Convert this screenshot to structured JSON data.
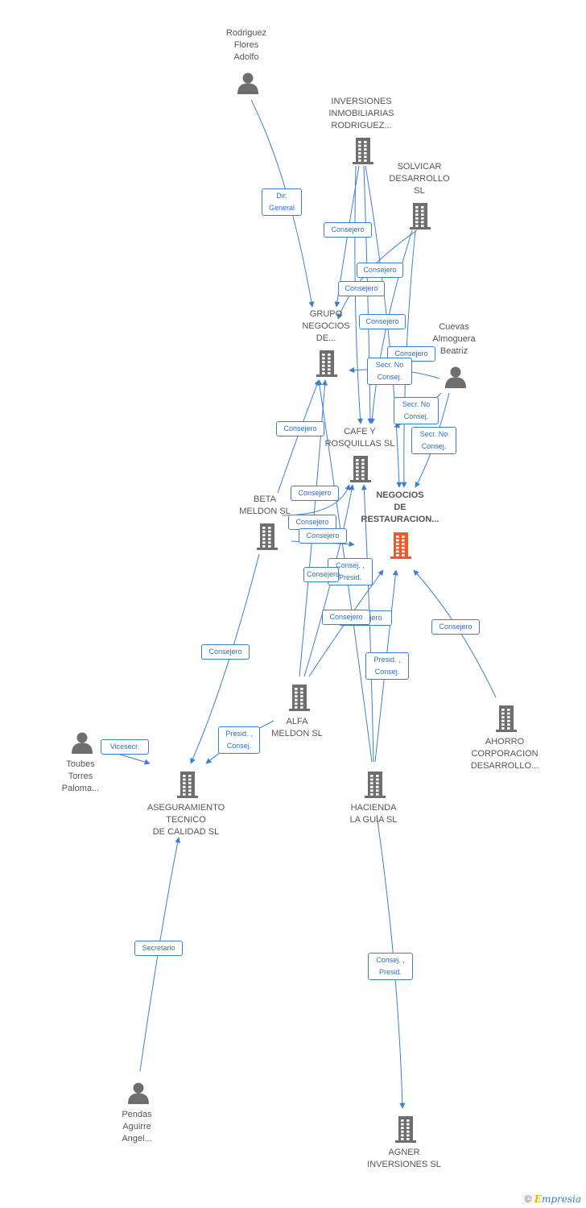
{
  "colors": {
    "edge": "#3a7fd5",
    "node": "#6e6e6e",
    "main_node": "#f05a28"
  },
  "nodes": [
    {
      "id": "rodriguez",
      "type": "person",
      "label": "Rodriguez\nFlores\nAdolfo"
    },
    {
      "id": "inversiones",
      "type": "company",
      "label": "INVERSIONES\nINMOBILIARIAS\nRODRIGUEZ..."
    },
    {
      "id": "solvicar",
      "type": "company",
      "label": "SOLVICAR\nDESARROLLO\nSL"
    },
    {
      "id": "grupo",
      "type": "company",
      "label": "GRUPO\nNEGOCIOS\nDE..."
    },
    {
      "id": "cuevas",
      "type": "person",
      "label": "Cuevas\nAlmoguera\nBeatriz"
    },
    {
      "id": "cafe",
      "type": "company",
      "label": "CAFE Y\nROSQUILLAS SL"
    },
    {
      "id": "negocios",
      "type": "company",
      "main": true,
      "label": "NEGOCIOS\nDE\nRESTAURACION..."
    },
    {
      "id": "beta",
      "type": "company",
      "label": "BETA\nMELDON SL"
    },
    {
      "id": "alfa",
      "type": "company",
      "label": "ALFA\nMELDON SL"
    },
    {
      "id": "ahorro",
      "type": "company",
      "label": "AHORRO\nCORPORACION\nDESARROLLO..."
    },
    {
      "id": "toubes",
      "type": "person",
      "label": "Toubes\nTorres\nPaloma..."
    },
    {
      "id": "aseguramiento",
      "type": "company",
      "label": "ASEGURAMIENTO\nTECNICO\nDE CALIDAD SL"
    },
    {
      "id": "hacienda",
      "type": "company",
      "label": "HACIENDA\nLA GUIA SL"
    },
    {
      "id": "pendas",
      "type": "person",
      "label": "Pendas\nAguirre\nAngel..."
    },
    {
      "id": "agner",
      "type": "company",
      "label": "AGNER\nINVERSIONES SL"
    }
  ],
  "edge_labels": [
    "Dir.\nGeneral",
    "Consejero",
    "Consejero",
    "Consejero",
    "Consejero",
    "Consejero",
    "Secr.  No\nConsej.",
    "Consejero",
    "Secr.  No\nConsej.",
    "Secr.  No\nConsej.",
    "Consejero",
    "Consejero",
    "Consejero",
    "Consejero",
    "Consejero",
    "Consej. ,\nPresid.",
    "Consejero",
    "Consejero",
    "Consejero",
    "Consejero",
    "Presid. ,\nConsej.",
    "Vicesecr.",
    "Presid. ,\nConsej.",
    "Secretario",
    "Consej. ,\nPresid."
  ],
  "footer": {
    "copyright": "©",
    "brand": "mpresia",
    "brand_initial": "E"
  }
}
